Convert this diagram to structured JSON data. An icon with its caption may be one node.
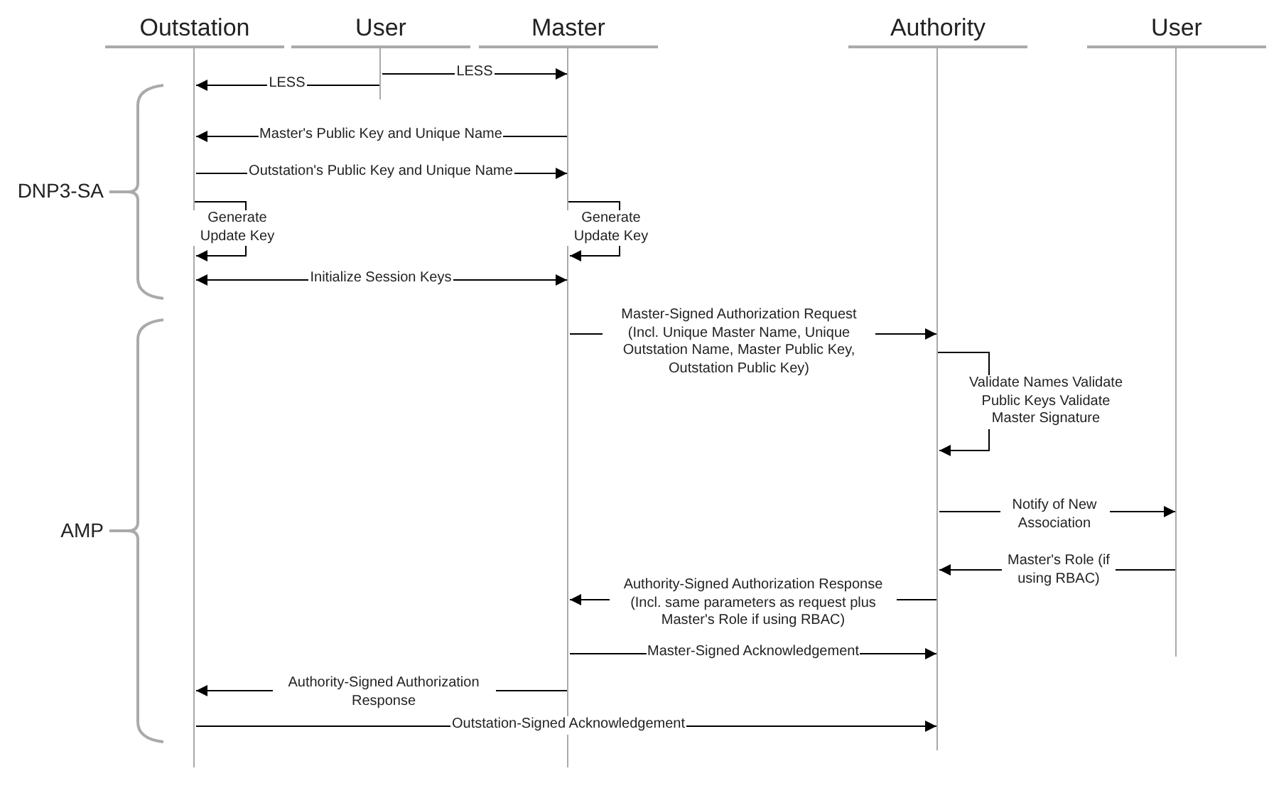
{
  "diagram": {
    "nodes": [
      {
        "text": [
          "Outstation"
        ]
      },
      {
        "text": [
          "User"
        ]
      },
      {
        "text": [
          "Master"
        ]
      },
      {
        "text": [
          "Authority"
        ]
      },
      {
        "text": [
          "User"
        ]
      }
    ],
    "edges": [
      {
        "from": 1,
        "to": 2,
        "arrow": "to",
        "label": "LESS"
      },
      {
        "from": 1,
        "to": 0,
        "arrow": "to",
        "label": "LESS"
      },
      {
        "from": 2,
        "to": 0,
        "arrow": "to",
        "label": "Master's Public Key and Unique Name"
      },
      {
        "from": 0,
        "to": 2,
        "arrow": "to",
        "label": "Outstation's Public Key and Unique Name"
      },
      {
        "from": 0,
        "to": 0,
        "arrow": "to",
        "label": "Generate Update Key"
      },
      {
        "from": 2,
        "to": 2,
        "arrow": "to",
        "label": "Generate Update Key"
      },
      {
        "from": 0,
        "to": 2,
        "arrow": "both",
        "label": "Initialize Session Keys"
      },
      {
        "from": 2,
        "to": 3,
        "arrow": "to",
        "label": "Master-Signed Authorization Request (Incl. Unique Master Name, Unique Outstation Name, Master Public Key, Outstation Public Key)"
      },
      {
        "from": 3,
        "to": 3,
        "arrow": "to",
        "label": "Validate Names Validate Public Keys Validate Master Signature"
      },
      {
        "from": 3,
        "to": 4,
        "arrow": "to",
        "label": "Notify of New Association"
      },
      {
        "from": 4,
        "to": 3,
        "arrow": "to",
        "label": "Master's Role (if using RBAC)"
      },
      {
        "from": 3,
        "to": 2,
        "arrow": "to",
        "label": "Authority-Signed Authorization Response (Incl. same parameters as request plus Master's Role if using RBAC)"
      },
      {
        "from": 2,
        "to": 3,
        "arrow": "to",
        "label": "Master-Signed Acknowledgement"
      },
      {
        "from": 2,
        "to": 0,
        "arrow": "to",
        "label": "Authority-Signed Authorization Response"
      },
      {
        "from": 0,
        "to": 3,
        "arrow": "to",
        "label": "Outstation-Signed Acknowledgement"
      }
    ],
    "labels": [
      "DNP3-SA",
      "AMP"
    ]
  }
}
